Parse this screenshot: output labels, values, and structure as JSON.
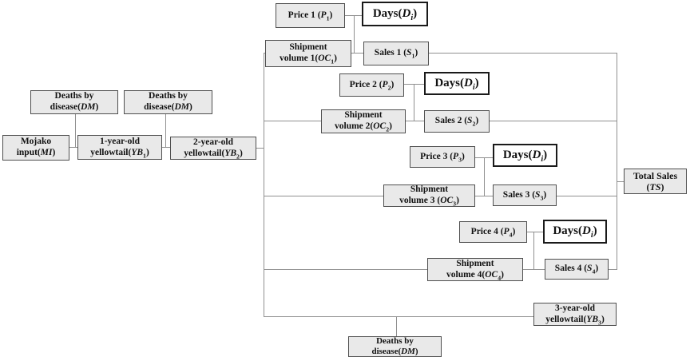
{
  "colors": {
    "node_fill": "#e9e9e9",
    "node_border": "#4f4f4f",
    "days_fill": "#ffffff",
    "days_border": "#1a1a1a",
    "connector": "#909090",
    "text": "#111111"
  },
  "nodes": {
    "deaths1": {
      "line1": "Deaths by",
      "pre": "disease(",
      "var": "DM",
      "sub": "",
      "post": ")"
    },
    "deaths2": {
      "line1": "Deaths by",
      "pre": "disease(",
      "var": "DM",
      "sub": "",
      "post": ")"
    },
    "deaths3": {
      "line1": "Deaths by",
      "pre": "disease(",
      "var": "DM",
      "sub": "",
      "post": ")"
    },
    "mojako": {
      "line1": "Mojako",
      "pre": "input(",
      "var": "MI",
      "sub": "",
      "post": ")"
    },
    "yb1": {
      "line1": "1-year-old",
      "pre": "yellowtail(",
      "var": "YB",
      "sub": "1",
      "post": ")"
    },
    "yb2": {
      "line1": "2-year-old",
      "pre": "yellowtail(",
      "var": "YB",
      "sub": "2",
      "post": ")"
    },
    "yb3": {
      "line1": "3-year-old",
      "pre": "yellowtail(",
      "var": "YB",
      "sub": "3",
      "post": ")"
    },
    "price1": {
      "pre": "Price 1 (",
      "var": "P",
      "sub": "1",
      "post": ")"
    },
    "price2": {
      "pre": "Price 2 (",
      "var": "P",
      "sub": "2",
      "post": ")"
    },
    "price3": {
      "pre": "Price 3 (",
      "var": "P",
      "sub": "3",
      "post": ")"
    },
    "price4": {
      "pre": "Price 4 (",
      "var": "P",
      "sub": "4",
      "post": ")"
    },
    "days1": {
      "pre": "Days(",
      "var": "D",
      "sub": "i",
      "post": ")"
    },
    "days2": {
      "pre": "Days(",
      "var": "D",
      "sub": "i",
      "post": ")"
    },
    "days3": {
      "pre": "Days(",
      "var": "D",
      "sub": "i",
      "post": ")"
    },
    "days4": {
      "pre": "Days(",
      "var": "D",
      "sub": "i",
      "post": ")"
    },
    "oc1": {
      "line1": "Shipment",
      "pre": "volume 1(",
      "var": "OC",
      "sub": "1",
      "post": ")"
    },
    "oc2": {
      "line1": "Shipment",
      "pre": "volume 2(",
      "var": "OC",
      "sub": "2",
      "post": ")"
    },
    "oc3": {
      "line1": "Shipment",
      "pre": "volume 3 (",
      "var": "OC",
      "sub": "3",
      "post": ")"
    },
    "oc4": {
      "line1": "Shipment",
      "pre": "volume 4(",
      "var": "OC",
      "sub": "4",
      "post": ")"
    },
    "sales1": {
      "pre": "Sales 1 (",
      "var": "S",
      "sub": "1",
      "post": ")"
    },
    "sales2": {
      "pre": "Sales 2 (",
      "var": "S",
      "sub": "2",
      "post": ")"
    },
    "sales3": {
      "pre": "Sales 3 (",
      "var": "S",
      "sub": "3",
      "post": ")"
    },
    "sales4": {
      "pre": "Sales 4 (",
      "var": "S",
      "sub": "4",
      "post": ")"
    },
    "total": {
      "line1": "Total Sales",
      "pre": "(",
      "var": "TS",
      "sub": "",
      "post": ")"
    }
  }
}
